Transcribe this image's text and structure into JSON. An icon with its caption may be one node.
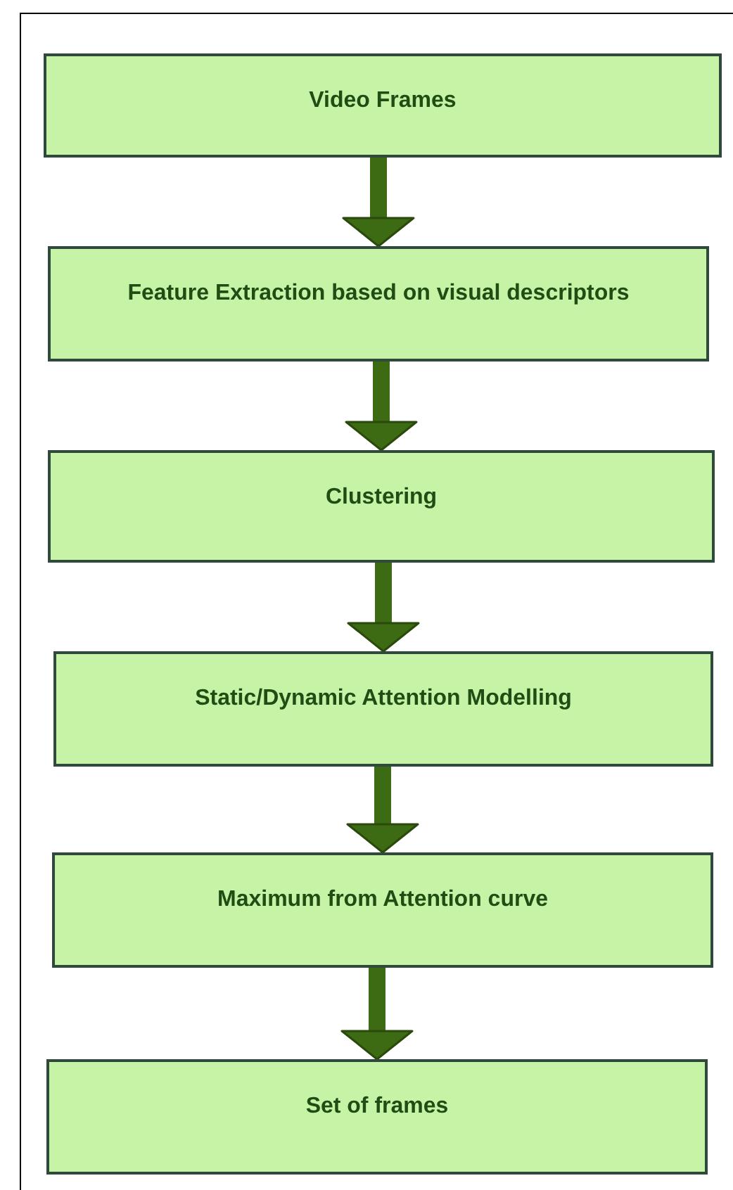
{
  "diagram": {
    "nodes": [
      {
        "text": [
          "Video Frames"
        ]
      },
      {
        "text": [
          "Feature Extraction based on visual descriptors"
        ]
      },
      {
        "text": [
          "Clustering"
        ]
      },
      {
        "text": [
          "Static/Dynamic Attention Modelling"
        ]
      },
      {
        "text": [
          "Maximum from Attention curve"
        ]
      },
      {
        "text": [
          "Set of frames"
        ]
      }
    ],
    "edges": [
      {
        "from": 0,
        "to": 1,
        "arrow": "to"
      },
      {
        "from": 1,
        "to": 2,
        "arrow": "to"
      },
      {
        "from": 2,
        "to": 3,
        "arrow": "to"
      },
      {
        "from": 3,
        "to": 4,
        "arrow": "to"
      },
      {
        "from": 4,
        "to": 5,
        "arrow": "to"
      }
    ]
  }
}
